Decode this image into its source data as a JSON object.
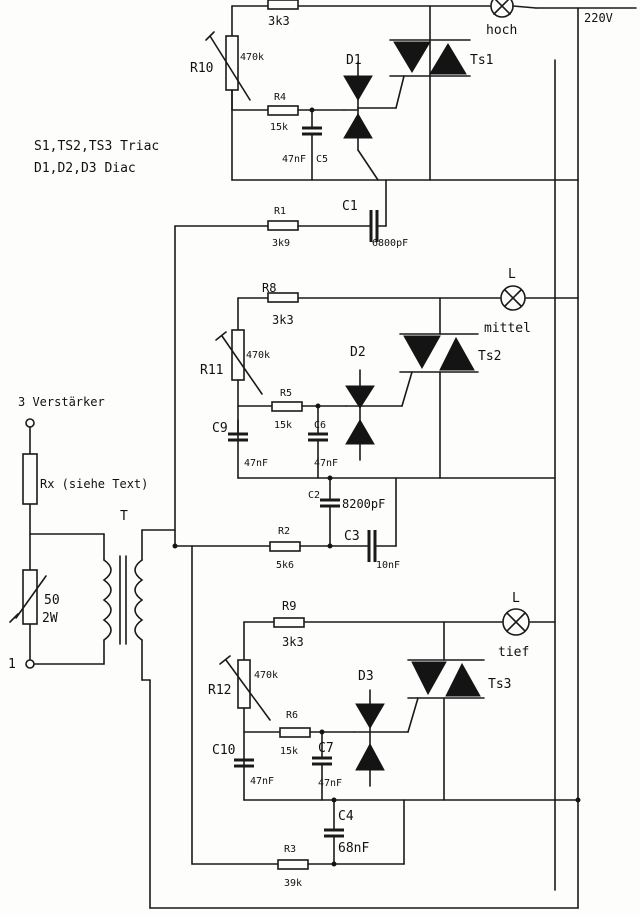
{
  "mains": {
    "voltage": "220V"
  },
  "legend": {
    "line1": "S1,TS2,TS3 Triac",
    "line2": "D1,D2,D3 Diac"
  },
  "input": {
    "title": "3 Verstärker",
    "rx_label": "Rx (siehe Text)",
    "pot_value": "50",
    "pot_power": "2W",
    "ground_label": "1",
    "transformer_label": "T"
  },
  "stage_top": {
    "lamp": "hoch",
    "triac": "Ts1",
    "diac": "D1",
    "r_top": {
      "value": "3k3"
    },
    "pot": {
      "name": "R10",
      "value": "470k"
    },
    "r_mid": {
      "name": "R4",
      "value": "15k"
    },
    "cap": {
      "name": "C5",
      "value": "47nF"
    },
    "r_link": {
      "name": "R1",
      "value": "3k9"
    },
    "c_link": {
      "name": "C1",
      "value": "6800pF"
    }
  },
  "stage_mid": {
    "lamp_mark": "L",
    "lamp": "mittel",
    "triac": "Ts2",
    "diac": "D2",
    "r_top": {
      "name": "R8",
      "value": "3k3"
    },
    "pot": {
      "name": "R11",
      "value": "470k"
    },
    "r_mid": {
      "name": "R5",
      "value": "15k"
    },
    "cap_a": {
      "name": "C9",
      "value": "47nF"
    },
    "cap_b": {
      "name": "C6",
      "value": "47nF"
    },
    "cap_link": {
      "name": "C2",
      "value": "8200pF"
    },
    "cap_c3": {
      "name": "C3",
      "value": "10nF"
    },
    "r_link": {
      "name": "R2",
      "value": "5k6"
    }
  },
  "stage_low": {
    "lamp_mark": "L",
    "lamp": "tief",
    "triac": "Ts3",
    "diac": "D3",
    "r_top": {
      "name": "R9",
      "value": "3k3"
    },
    "pot": {
      "name": "R12",
      "value": "470k"
    },
    "r_mid": {
      "name": "R6",
      "value": "15k"
    },
    "cap_a": {
      "name": "C10",
      "value": "47nF"
    },
    "cap_b": {
      "name": "C7",
      "value": "47nF"
    },
    "cap_c4": {
      "name": "C4",
      "value": "68nF"
    },
    "r_link": {
      "name": "R3",
      "value": "39k"
    }
  }
}
